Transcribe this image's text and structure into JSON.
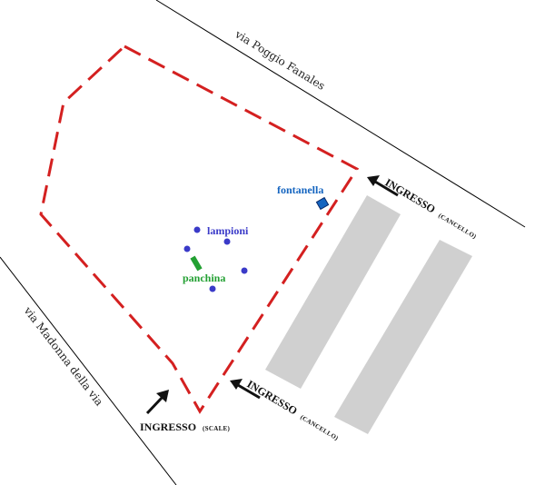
{
  "streets": {
    "north": "via Poggio  Fanales",
    "west": "via Madonna della via"
  },
  "entrances": {
    "gate_north": {
      "main": "INGRESSO",
      "sub": "(CANCELLO)"
    },
    "gate_south": {
      "main": "INGRESSO",
      "sub": "(CANCELLO)"
    },
    "stairs": {
      "main": "INGRESSO",
      "sub": "(SCALE)"
    }
  },
  "features": {
    "fountain": {
      "label": "fontanella",
      "color": "#1565C0"
    },
    "lamps": {
      "label": "lampioni",
      "color": "#3A3AC8"
    },
    "bench": {
      "label": "panchina",
      "color": "#22A032"
    }
  },
  "colors": {
    "boundary": "#D42020",
    "parking_strip": "#D0D0D0",
    "street_line": "#000000"
  }
}
